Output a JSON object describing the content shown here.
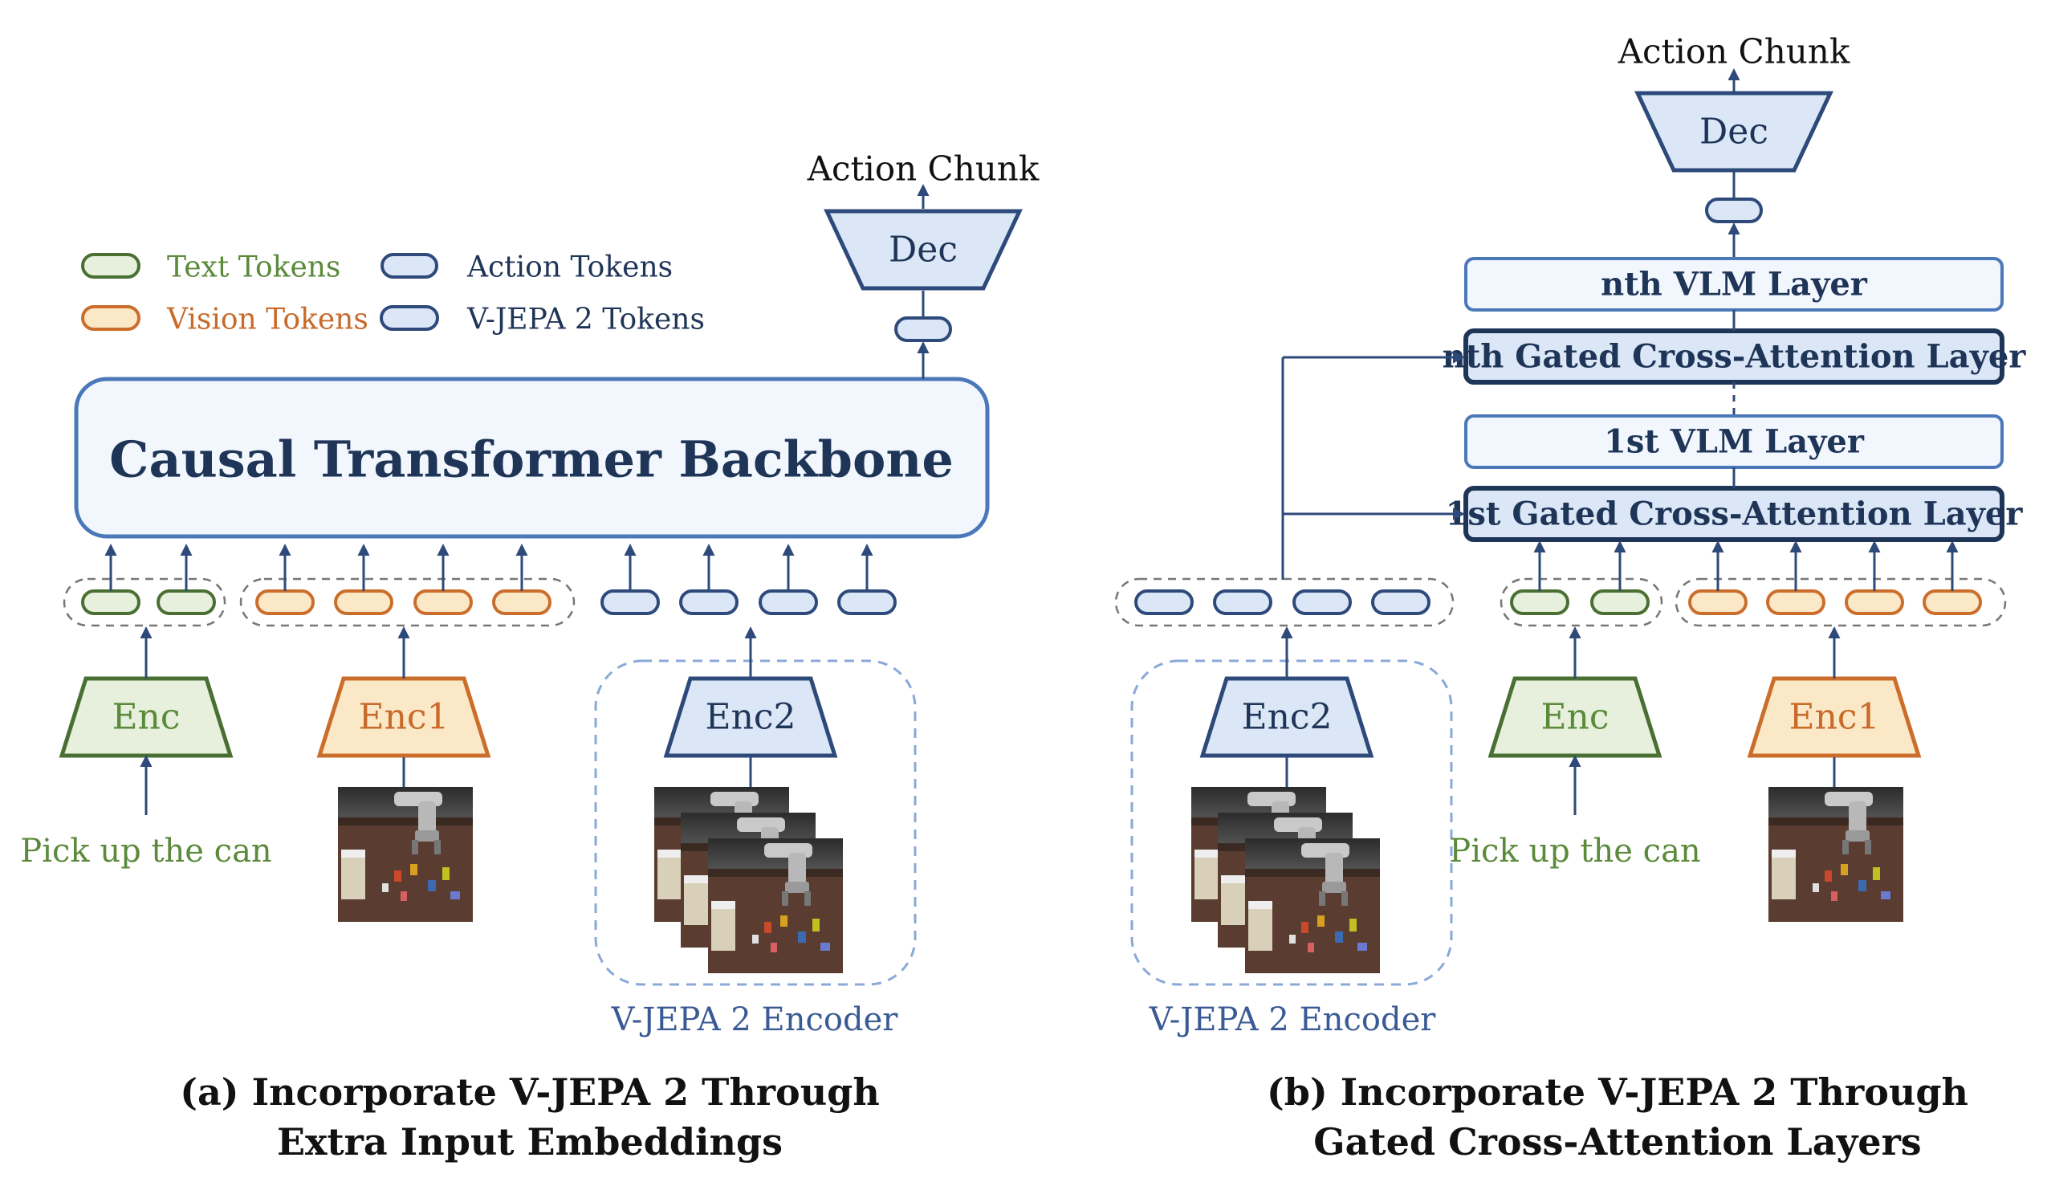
{
  "colors": {
    "navy": "#2e4a7a",
    "navy_text": "#1f3558",
    "blue_fill": "#dbe7f7",
    "blue_light": "#f2f7fd",
    "dashed_blue": "#8aa8d8",
    "green": "#5a8a3a",
    "green_stroke": "#4a6f33",
    "green_fill": "#e6f0dc",
    "orange": "#c8651f",
    "orange_stroke": "#cc6e2b",
    "orange_fill": "#fbe8c6",
    "text_green": "#5b8a3b",
    "text_orange": "#c86a2a"
  },
  "icons": {
    "robot_scene": "robot-arm-tabletop-scene"
  },
  "legend": {
    "text_tokens": "Text Tokens",
    "vision_tokens": "Vision Tokens",
    "action_tokens": "Action Tokens",
    "vjepa_tokens": "V-JEPA 2 Tokens"
  },
  "panel_a": {
    "backbone": "Causal Transformer Backbone",
    "output": "Action Chunk",
    "dec": "Dec",
    "enc_text": "Enc",
    "enc_vision": "Enc1",
    "enc_vjepa": "Enc2",
    "instruction": "Pick up the can",
    "encoder_group": "V-JEPA 2 Encoder",
    "caption_line1": "(a) Incorporate V-JEPA 2 Through",
    "caption_line2": "Extra Input Embeddings"
  },
  "panel_b": {
    "output": "Action Chunk",
    "dec": "Dec",
    "layers": [
      "nth VLM Layer",
      "nth Gated Cross-Attention Layer",
      "1st VLM Layer",
      "1st Gated Cross-Attention Layer"
    ],
    "enc_vjepa": "Enc2",
    "enc_text": "Enc",
    "enc_vision": "Enc1",
    "instruction": "Pick up the can",
    "encoder_group": "V-JEPA 2 Encoder",
    "caption_line1": "(b) Incorporate V-JEPA 2 Through",
    "caption_line2": "Gated Cross-Attention Layers"
  }
}
